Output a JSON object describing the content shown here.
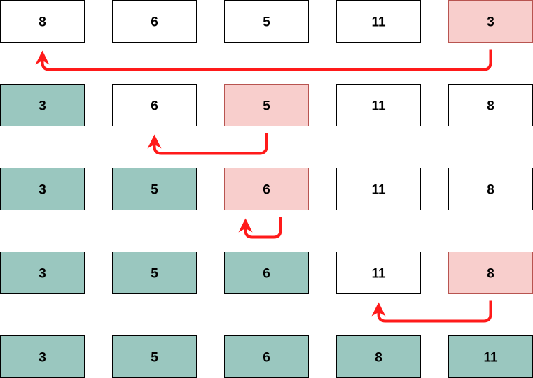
{
  "colors": {
    "default_fill": "#ffffff",
    "default_stroke": "#000000",
    "sorted_fill": "#9ac7bf",
    "sorted_stroke": "#000000",
    "selected_fill": "#f8cecc",
    "selected_stroke": "#b85450",
    "arrow": "#ff1a1a"
  },
  "rows": [
    {
      "cells": [
        {
          "value": "8",
          "state": "default"
        },
        {
          "value": "6",
          "state": "default"
        },
        {
          "value": "5",
          "state": "default"
        },
        {
          "value": "11",
          "state": "default"
        },
        {
          "value": "3",
          "state": "selected"
        }
      ]
    },
    {
      "cells": [
        {
          "value": "3",
          "state": "sorted"
        },
        {
          "value": "6",
          "state": "default"
        },
        {
          "value": "5",
          "state": "selected"
        },
        {
          "value": "11",
          "state": "default"
        },
        {
          "value": "8",
          "state": "default"
        }
      ]
    },
    {
      "cells": [
        {
          "value": "3",
          "state": "sorted"
        },
        {
          "value": "5",
          "state": "sorted"
        },
        {
          "value": "6",
          "state": "selected"
        },
        {
          "value": "11",
          "state": "default"
        },
        {
          "value": "8",
          "state": "default"
        }
      ]
    },
    {
      "cells": [
        {
          "value": "3",
          "state": "sorted"
        },
        {
          "value": "5",
          "state": "sorted"
        },
        {
          "value": "6",
          "state": "sorted"
        },
        {
          "value": "11",
          "state": "default"
        },
        {
          "value": "8",
          "state": "selected"
        }
      ]
    },
    {
      "cells": [
        {
          "value": "3",
          "state": "sorted"
        },
        {
          "value": "5",
          "state": "sorted"
        },
        {
          "value": "6",
          "state": "sorted"
        },
        {
          "value": "8",
          "state": "sorted"
        },
        {
          "value": "11",
          "state": "sorted"
        }
      ]
    }
  ],
  "swaps": [
    {
      "row": 0,
      "from": 4,
      "to": 0
    },
    {
      "row": 1,
      "from": 2,
      "to": 1
    },
    {
      "row": 2,
      "from": 2,
      "to": 2
    },
    {
      "row": 3,
      "from": 4,
      "to": 3
    }
  ]
}
